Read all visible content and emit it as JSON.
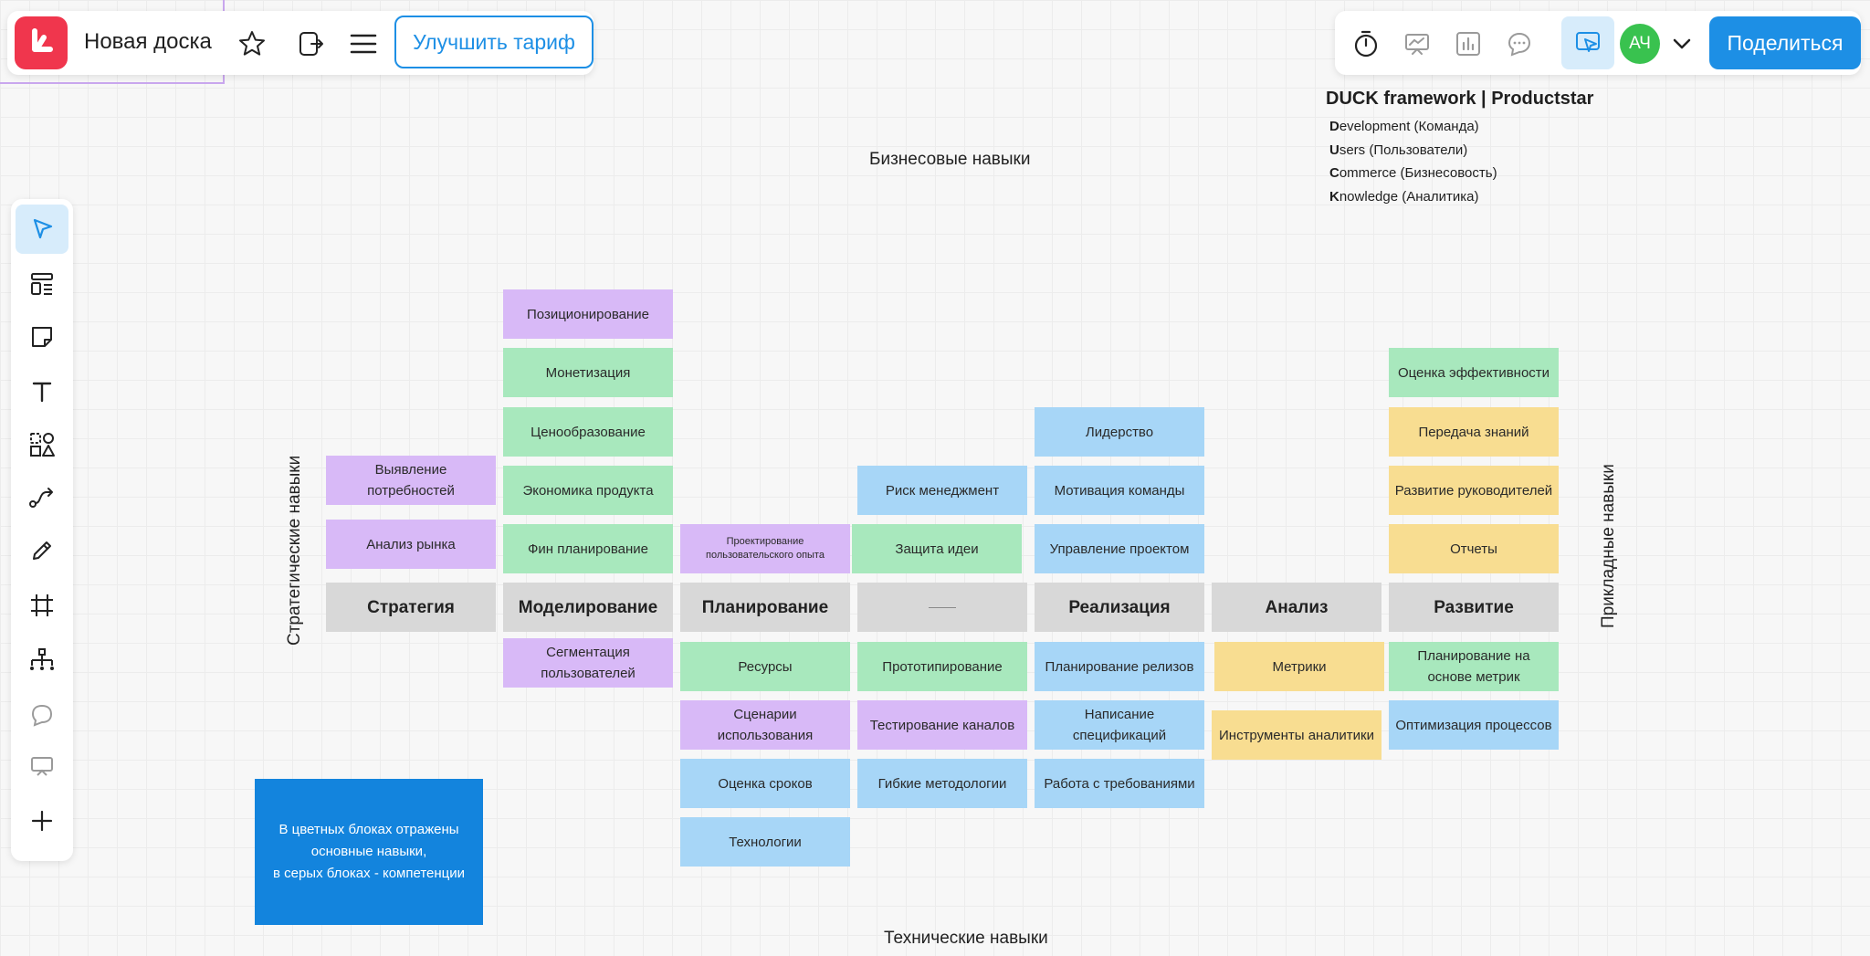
{
  "header": {
    "board_title": "Новая доска",
    "upgrade_label": "Улучшить тариф",
    "user_initials": "АЧ",
    "share_label": "Поделиться"
  },
  "colors": {
    "accent": "#1d8fe5",
    "logo": "#f0364d",
    "purple": "#d8b9f7",
    "green": "#a8e8bd",
    "blue": "#a7d6f7",
    "yellow": "#f8dd91",
    "gray": "#d8d8d8",
    "info_box": "#1384dd"
  },
  "toolbar_icons": [
    "star-icon",
    "export-icon",
    "menu-icon"
  ],
  "top_right_icons": [
    "timer-icon",
    "presentation-icon",
    "chart-icon",
    "comments-icon",
    "cursor-follow-icon",
    "chevron-down-icon"
  ],
  "left_tools": [
    "select-icon",
    "templates-icon",
    "sticky-note-icon",
    "text-icon",
    "shapes-icon",
    "connector-icon",
    "pen-icon",
    "frame-icon",
    "mindmap-icon",
    "comment-icon",
    "presentation-icon",
    "plus-icon"
  ],
  "canvas": {
    "top_axis": "Бизнесовые навыки",
    "bottom_axis": "Технические  навыки",
    "left_axis": "Стратегические  навыки",
    "right_axis": "Прикладные  навыки",
    "info_text": "В цветных блоках  отражены\nосновные навыки,\nв серых блоках - компетенции",
    "duck": {
      "title": "DUCK framework | Productstar",
      "lines": [
        {
          "first": "D",
          "rest": "evelopment (Команда)"
        },
        {
          "first": "U",
          "rest": "sers (Пользователи)"
        },
        {
          "first": "C",
          "rest": "ommerce (Бизнесовость)"
        },
        {
          "first": "K",
          "rest": "nowledge (Аналитика)"
        }
      ]
    },
    "headers": [
      "Стратегия",
      "Моделирование",
      "Планирование",
      "",
      "Реализация",
      "Анализ",
      "Развитие"
    ],
    "notes": {
      "strategy": [
        "Выявление потребностей",
        "Анализ рынка"
      ],
      "modeling_above": [
        "Позиционирование",
        "Монетизация",
        "Ценообразование",
        "Экономика продукта",
        "Фин планирование"
      ],
      "modeling_below": [
        "Сегментация пользователей"
      ],
      "planning_above": [
        "Проектирование пользовательского опыта"
      ],
      "planning_below": [
        "Ресурсы",
        "Сценарии использования",
        "Оценка сроков",
        "Технологии"
      ],
      "col4_above": [
        "Риск менеджмент",
        "Защита идеи"
      ],
      "col4_below": [
        "Прототипирование",
        "Тестирование каналов",
        "Гибкие методологии"
      ],
      "realization_above": [
        "Лидерство",
        "Мотивация команды",
        "Управление проектом"
      ],
      "realization_below": [
        "Планирование релизов",
        "Написание спецификаций",
        "Работа с требованиями"
      ],
      "analysis_below": [
        "Метрики",
        "Инструменты аналитики"
      ],
      "development_above": [
        "Оценка эффективности",
        "Передача знаний",
        "Развитие руководителей",
        "Отчеты"
      ],
      "development_below": [
        "Планирование на основе метрик",
        "Оптимизация процессов"
      ]
    }
  }
}
